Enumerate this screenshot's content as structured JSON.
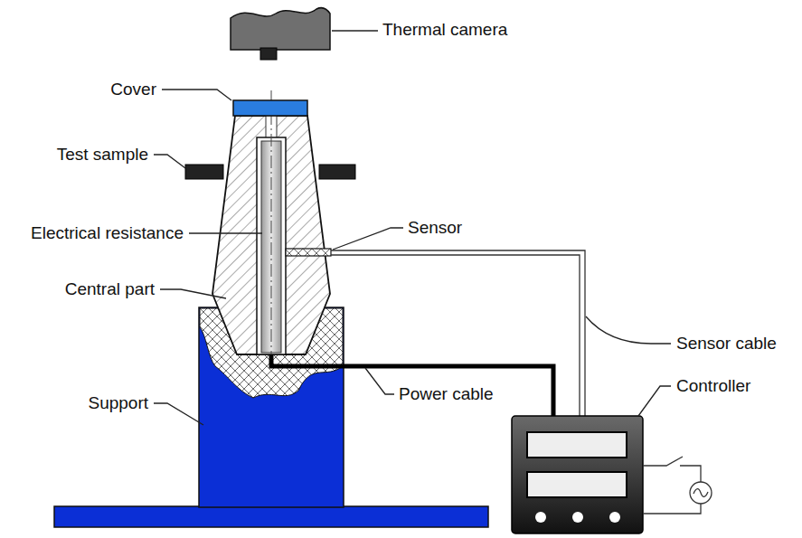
{
  "diagram": {
    "labels": [
      "Thermal camera",
      "Cover",
      "Test sample",
      "Sensor",
      "Electrical resistance",
      "Central part",
      "Sensor cable",
      "Controller",
      "Power cable",
      "Support"
    ]
  }
}
